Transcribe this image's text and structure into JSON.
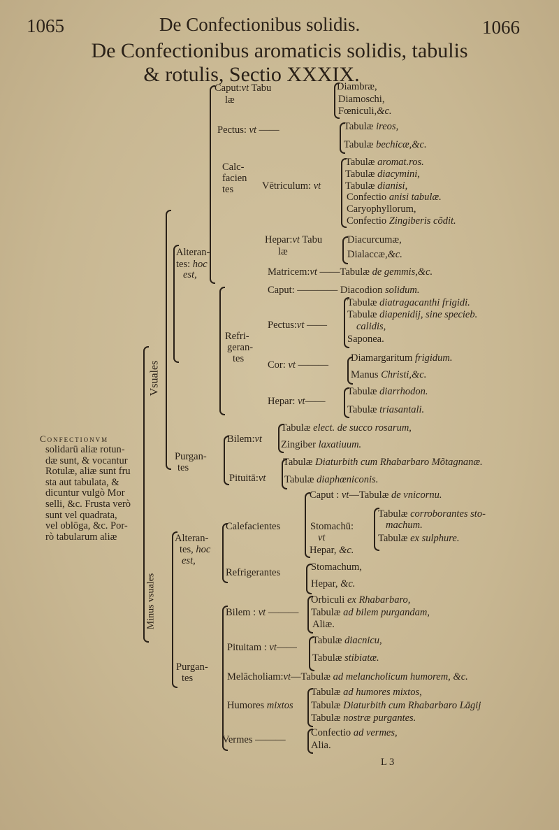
{
  "header": {
    "page_left": "1065",
    "running_title": "De Confectionibus solidis.",
    "page_right": "1066"
  },
  "title": {
    "line1": "De Confectionibus aromaticis solidis, tabulis",
    "line2": "& rotulis, Sectio XXXIX."
  },
  "side_labels": {
    "usual": "Vsuales",
    "less_usual": "Minus vsuales"
  },
  "note": {
    "heading": "Confectionvm",
    "lines": [
      "solidarū aliæ rotun-",
      "dæ sunt, & vocantur",
      "Rotulæ, aliæ sunt fru",
      "sta aut tabulata, &",
      "dicuntur vulgò Mor",
      "selli, &c. Frusta verò",
      "sunt vel quadrata,",
      "vel oblōga, &c. Por-",
      "rò tabularum aliæ"
    ]
  },
  "lines": [
    {
      "p": [
        {
          "t": "Caput:"
        },
        {
          "t": "vt",
          "i": 1
        },
        {
          "t": " Tabu"
        }
      ]
    },
    {
      "p": [
        {
          "t": "læ"
        }
      ]
    },
    {
      "p": [
        {
          "t": "Diambræ,"
        }
      ]
    },
    {
      "p": [
        {
          "t": "Diamoschi,"
        }
      ]
    },
    {
      "p": [
        {
          "t": "Fœniculi,"
        },
        {
          "t": "&c.",
          "i": 1
        }
      ]
    },
    {
      "p": [
        {
          "t": "Pectus: "
        },
        {
          "t": "vt",
          "i": 1
        },
        {
          "t": " ——"
        }
      ]
    },
    {
      "p": [
        {
          "t": "Tabulæ "
        },
        {
          "t": "ireos,",
          "i": 1
        }
      ]
    },
    {
      "p": [
        {
          "t": "Tabulæ "
        },
        {
          "t": "bechicæ,&c.",
          "i": 1
        }
      ]
    },
    {
      "p": [
        {
          "t": "Calc-"
        }
      ]
    },
    {
      "p": [
        {
          "t": "facien"
        }
      ]
    },
    {
      "p": [
        {
          "t": "tes"
        }
      ]
    },
    {
      "p": [
        {
          "t": "Vētriculum: "
        },
        {
          "t": "vt",
          "i": 1
        }
      ]
    },
    {
      "p": [
        {
          "t": "Tabulæ "
        },
        {
          "t": "aromat.ros.",
          "i": 1
        }
      ]
    },
    {
      "p": [
        {
          "t": "Tabulæ "
        },
        {
          "t": "diacymini,",
          "i": 1
        }
      ]
    },
    {
      "p": [
        {
          "t": "Tabulæ "
        },
        {
          "t": "dianisi,",
          "i": 1
        }
      ]
    },
    {
      "p": [
        {
          "t": "Confectio "
        },
        {
          "t": "anisi tabulæ.",
          "i": 1
        }
      ]
    },
    {
      "p": [
        {
          "t": "Caryophyllorum,"
        }
      ]
    },
    {
      "p": [
        {
          "t": "Confectio "
        },
        {
          "t": "Zingiberis cõdit.",
          "i": 1
        }
      ]
    },
    {
      "p": [
        {
          "t": "Hepar:"
        },
        {
          "t": "vt",
          "i": 1
        },
        {
          "t": " Tabu"
        }
      ]
    },
    {
      "p": [
        {
          "t": "læ"
        }
      ]
    },
    {
      "p": [
        {
          "t": "Diacurcumæ,"
        }
      ]
    },
    {
      "p": [
        {
          "t": "Dialaccæ,"
        },
        {
          "t": "&c.",
          "i": 1
        }
      ]
    },
    {
      "p": [
        {
          "t": "Matricem:"
        },
        {
          "t": "vt",
          "i": 1
        },
        {
          "t": " ——Tabulæ "
        },
        {
          "t": "de gemmis,&c.",
          "i": 1
        }
      ]
    },
    {
      "p": [
        {
          "t": "Alteran-"
        }
      ]
    },
    {
      "p": [
        {
          "t": "tes: "
        },
        {
          "t": "hoc",
          "i": 1
        }
      ]
    },
    {
      "p": [
        {
          "t": "est,",
          "i": 1
        }
      ]
    },
    {
      "p": [
        {
          "t": "Caput: ———— Diacodion "
        },
        {
          "t": "solidum.",
          "i": 1
        }
      ]
    },
    {
      "p": [
        {
          "t": "Tabulæ "
        },
        {
          "t": "diatragacanthi frigidi.",
          "i": 1
        }
      ]
    },
    {
      "p": [
        {
          "t": "Tabulæ "
        },
        {
          "t": "diapenidij, sine specieb.",
          "i": 1
        }
      ]
    },
    {
      "p": [
        {
          "t": "calidis,",
          "i": 1
        }
      ]
    },
    {
      "p": [
        {
          "t": "Saponea."
        }
      ]
    },
    {
      "p": [
        {
          "t": "Pectus:"
        },
        {
          "t": "vt",
          "i": 1
        },
        {
          "t": " ——"
        }
      ]
    },
    {
      "p": [
        {
          "t": "Refri-"
        }
      ]
    },
    {
      "p": [
        {
          "t": "geran-"
        }
      ]
    },
    {
      "p": [
        {
          "t": "tes"
        }
      ]
    },
    {
      "p": [
        {
          "t": "Cor: "
        },
        {
          "t": "vt",
          "i": 1
        },
        {
          "t": " ———"
        }
      ]
    },
    {
      "p": [
        {
          "t": "Diamargaritum "
        },
        {
          "t": "frigidum.",
          "i": 1
        }
      ]
    },
    {
      "p": [
        {
          "t": "Manus "
        },
        {
          "t": "Christi,&c.",
          "i": 1
        }
      ]
    },
    {
      "p": [
        {
          "t": "Hepar: "
        },
        {
          "t": "vt",
          "i": 1
        },
        {
          "t": "——"
        }
      ]
    },
    {
      "p": [
        {
          "t": "Tabulæ "
        },
        {
          "t": "diarrhodon.",
          "i": 1
        }
      ]
    },
    {
      "p": [
        {
          "t": "Tabulæ "
        },
        {
          "t": "triasantali.",
          "i": 1
        }
      ]
    },
    {
      "p": [
        {
          "t": "Tabulæ "
        },
        {
          "t": "elect. de succo rosarum,",
          "i": 1
        }
      ]
    },
    {
      "p": [
        {
          "t": "Bilem:"
        },
        {
          "t": "vt",
          "i": 1
        }
      ]
    },
    {
      "p": [
        {
          "t": "Zingiber "
        },
        {
          "t": "laxatiuum.",
          "i": 1
        }
      ]
    },
    {
      "p": [
        {
          "t": "Purgan-"
        }
      ]
    },
    {
      "p": [
        {
          "t": "tes"
        }
      ]
    },
    {
      "p": [
        {
          "t": "Tabulæ "
        },
        {
          "t": "Diaturbith cum Rhabarbaro Mõtagnanæ.",
          "i": 1
        }
      ]
    },
    {
      "p": [
        {
          "t": "Pituitā:"
        },
        {
          "t": "vt",
          "i": 1
        }
      ]
    },
    {
      "p": [
        {
          "t": "Tabulæ "
        },
        {
          "t": "diaphœniconis.",
          "i": 1
        }
      ]
    },
    {
      "p": [
        {
          "t": "Caput : "
        },
        {
          "t": "vt",
          "i": 1
        },
        {
          "t": "—Tabulæ "
        },
        {
          "t": "de vnicornu.",
          "i": 1
        }
      ]
    },
    {
      "p": [
        {
          "t": "Calefacientes"
        }
      ]
    },
    {
      "p": [
        {
          "t": "Stomachū:"
        }
      ]
    },
    {
      "p": [
        {
          "t": "vt",
          "i": 1
        }
      ]
    },
    {
      "p": [
        {
          "t": "Tabulæ "
        },
        {
          "t": "corroborantes sto-",
          "i": 1
        }
      ]
    },
    {
      "p": [
        {
          "t": "machum.",
          "i": 1
        }
      ]
    },
    {
      "p": [
        {
          "t": "Tabulæ "
        },
        {
          "t": "ex sulphure.",
          "i": 1
        }
      ]
    },
    {
      "p": [
        {
          "t": "Hepar, "
        },
        {
          "t": "&c.",
          "i": 1
        }
      ]
    },
    {
      "p": [
        {
          "t": "Alteran-"
        }
      ]
    },
    {
      "p": [
        {
          "t": "tes, "
        },
        {
          "t": "hoc",
          "i": 1
        }
      ]
    },
    {
      "p": [
        {
          "t": "est,",
          "i": 1
        }
      ]
    },
    {
      "p": [
        {
          "t": "Refrigerantes"
        }
      ]
    },
    {
      "p": [
        {
          "t": "Stomachum,"
        }
      ]
    },
    {
      "p": [
        {
          "t": "Hepar, "
        },
        {
          "t": "&c.",
          "i": 1
        }
      ]
    },
    {
      "p": [
        {
          "t": "Orbiculi "
        },
        {
          "t": "ex Rhabarbaro,",
          "i": 1
        }
      ]
    },
    {
      "p": [
        {
          "t": "Tabulæ "
        },
        {
          "t": "ad bilem purgandam,",
          "i": 1
        }
      ]
    },
    {
      "p": [
        {
          "t": "Aliæ."
        }
      ]
    },
    {
      "p": [
        {
          "t": "Bilem : "
        },
        {
          "t": "vt",
          "i": 1
        },
        {
          "t": " ———"
        }
      ]
    },
    {
      "p": [
        {
          "t": "Pituitam : "
        },
        {
          "t": "vt",
          "i": 1
        },
        {
          "t": "——"
        }
      ]
    },
    {
      "p": [
        {
          "t": "Tabulæ "
        },
        {
          "t": "diacnicu,",
          "i": 1
        }
      ]
    },
    {
      "p": [
        {
          "t": "Tabulæ "
        },
        {
          "t": "stibiatæ.",
          "i": 1
        }
      ]
    },
    {
      "p": [
        {
          "t": "Purgan-"
        }
      ]
    },
    {
      "p": [
        {
          "t": "tes"
        }
      ]
    },
    {
      "p": [
        {
          "t": "Melācholiam:"
        },
        {
          "t": "vt",
          "i": 1
        },
        {
          "t": "—Tabulæ "
        },
        {
          "t": "ad melancholicum humorem, &c.",
          "i": 1
        }
      ]
    },
    {
      "p": [
        {
          "t": "Tabulæ "
        },
        {
          "t": "ad humores mixtos,",
          "i": 1
        }
      ]
    },
    {
      "p": [
        {
          "t": "Humores "
        },
        {
          "t": "mixtos",
          "i": 1
        }
      ]
    },
    {
      "p": [
        {
          "t": "Tabulæ "
        },
        {
          "t": "Diaturbith cum Rhabarbaro Lāgij",
          "i": 1
        }
      ]
    },
    {
      "p": [
        {
          "t": "Tabulæ "
        },
        {
          "t": "nostræ purgantes.",
          "i": 1
        }
      ]
    },
    {
      "p": [
        {
          "t": "Vermes ———"
        }
      ]
    },
    {
      "p": [
        {
          "t": "Confectio "
        },
        {
          "t": "ad vermes,",
          "i": 1
        }
      ]
    },
    {
      "p": [
        {
          "t": "Alia."
        }
      ]
    }
  ],
  "signature": "L 3"
}
